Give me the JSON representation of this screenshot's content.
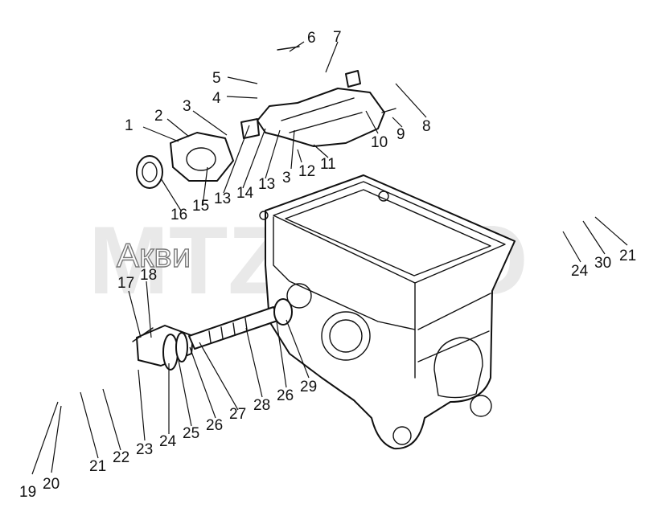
{
  "watermark": {
    "brand": "MTZ-PRO",
    "stamp": "Акви"
  },
  "callouts": [
    {
      "id": "c1",
      "text": "1"
    },
    {
      "id": "c2",
      "text": "2"
    },
    {
      "id": "c3a",
      "text": "3"
    },
    {
      "id": "c4",
      "text": "4"
    },
    {
      "id": "c5",
      "text": "5"
    },
    {
      "id": "c6",
      "text": "6"
    },
    {
      "id": "c7",
      "text": "7"
    },
    {
      "id": "c8",
      "text": "8"
    },
    {
      "id": "c9",
      "text": "9"
    },
    {
      "id": "c10",
      "text": "10"
    },
    {
      "id": "c11",
      "text": "11"
    },
    {
      "id": "c12",
      "text": "12"
    },
    {
      "id": "c3b",
      "text": "3"
    },
    {
      "id": "c13a",
      "text": "13"
    },
    {
      "id": "c14",
      "text": "14"
    },
    {
      "id": "c13b",
      "text": "13"
    },
    {
      "id": "c15",
      "text": "15"
    },
    {
      "id": "c16",
      "text": "16"
    },
    {
      "id": "c17",
      "text": "17"
    },
    {
      "id": "c18",
      "text": "18"
    },
    {
      "id": "c19",
      "text": "19"
    },
    {
      "id": "c20",
      "text": "20"
    },
    {
      "id": "c21a",
      "text": "21"
    },
    {
      "id": "c22",
      "text": "22"
    },
    {
      "id": "c23",
      "text": "23"
    },
    {
      "id": "c24a",
      "text": "24"
    },
    {
      "id": "c25",
      "text": "25"
    },
    {
      "id": "c26a",
      "text": "26"
    },
    {
      "id": "c27",
      "text": "27"
    },
    {
      "id": "c28",
      "text": "28"
    },
    {
      "id": "c26b",
      "text": "26"
    },
    {
      "id": "c29",
      "text": "29"
    },
    {
      "id": "c24b",
      "text": "24"
    },
    {
      "id": "c30",
      "text": "30"
    },
    {
      "id": "c21b",
      "text": "21"
    }
  ]
}
